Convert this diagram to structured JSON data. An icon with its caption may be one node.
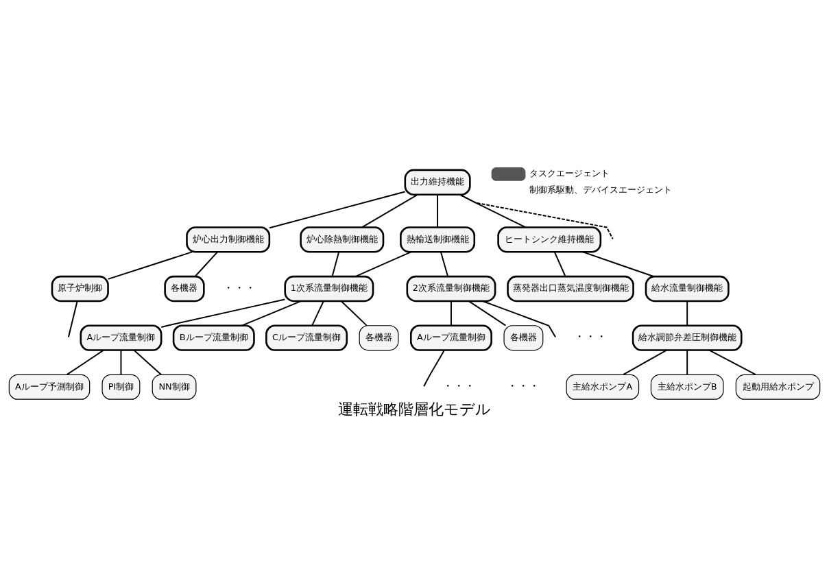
{
  "diagram": {
    "caption": "運転戦略階層化モデル",
    "nodes": [
      {
        "text": [
          "出力維持機能"
        ]
      },
      {
        "text": [
          "炉心出力制御機能"
        ]
      },
      {
        "text": [
          "炉心除熱制御機能"
        ]
      },
      {
        "text": [
          "熱輸送制御機能"
        ]
      },
      {
        "text": [
          "ヒートシンク維持機能"
        ]
      },
      {
        "text": [
          "原子炉制御"
        ]
      },
      {
        "text": [
          "各機器"
        ]
      },
      {
        "text": [
          "1次系流量制御機能"
        ]
      },
      {
        "text": [
          "2次系流量制御機能"
        ]
      },
      {
        "text": [
          "蒸発器出口蒸気温度制御機能"
        ]
      },
      {
        "text": [
          "給水流量制御機能"
        ]
      },
      {
        "text": [
          "Aループ流量制御"
        ]
      },
      {
        "text": [
          "Bループ流量制御"
        ]
      },
      {
        "text": [
          "Cループ流量制御"
        ]
      },
      {
        "text": [
          "各機器"
        ]
      },
      {
        "text": [
          "Aループ流量制御"
        ]
      },
      {
        "text": [
          "各機器"
        ]
      },
      {
        "text": [
          "給水調節弁差圧制御機能"
        ]
      },
      {
        "text": [
          "Aループ予測制御"
        ]
      },
      {
        "text": [
          "PI制御"
        ]
      },
      {
        "text": [
          "NN制御"
        ]
      },
      {
        "text": [
          "主給水ポンプA"
        ]
      },
      {
        "text": [
          "主給水ポンプB"
        ]
      },
      {
        "text": [
          "起動用給水ポンプ"
        ]
      }
    ],
    "edges": [
      {
        "from": 0,
        "to": 1,
        "arrow": "none"
      },
      {
        "from": 0,
        "to": 2,
        "arrow": "none"
      },
      {
        "from": 0,
        "to": 3,
        "arrow": "none"
      },
      {
        "from": 0,
        "to": 4,
        "arrow": "none"
      },
      {
        "from": 0,
        "to": null,
        "arrow": "none",
        "style": "dashed"
      },
      {
        "from": 1,
        "to": 5,
        "arrow": "none"
      },
      {
        "from": 1,
        "to": 6,
        "arrow": "none"
      },
      {
        "from": 5,
        "to": null,
        "arrow": "none"
      },
      {
        "from": 2,
        "to": 7,
        "arrow": "none"
      },
      {
        "from": 3,
        "to": 7,
        "arrow": "none"
      },
      {
        "from": 3,
        "to": 8,
        "arrow": "none"
      },
      {
        "from": 4,
        "to": 9,
        "arrow": "none"
      },
      {
        "from": 4,
        "to": 10,
        "arrow": "none"
      },
      {
        "from": 7,
        "to": 11,
        "arrow": "none"
      },
      {
        "from": 7,
        "to": 12,
        "arrow": "none"
      },
      {
        "from": 7,
        "to": 13,
        "arrow": "none"
      },
      {
        "from": 7,
        "to": 14,
        "arrow": "none"
      },
      {
        "from": 8,
        "to": 15,
        "arrow": "none"
      },
      {
        "from": 8,
        "to": null,
        "arrow": "none"
      },
      {
        "from": 8,
        "to": 16,
        "arrow": "none"
      },
      {
        "from": 15,
        "to": null,
        "arrow": "none"
      },
      {
        "from": 10,
        "to": 17,
        "arrow": "none"
      },
      {
        "from": 11,
        "to": 18,
        "arrow": "none"
      },
      {
        "from": 11,
        "to": 19,
        "arrow": "none"
      },
      {
        "from": 11,
        "to": 20,
        "arrow": "none"
      },
      {
        "from": 17,
        "to": 21,
        "arrow": "none"
      },
      {
        "from": 17,
        "to": 22,
        "arrow": "none"
      },
      {
        "from": 17,
        "to": 23,
        "arrow": "none"
      }
    ],
    "labels": [
      "・・・",
      "・・・",
      "・・・",
      "・・・"
    ],
    "legend": [
      {
        "text": "タスクエージェント",
        "color": "#555555"
      },
      {
        "text": "制御系駆動、デバイスエージェント",
        "color": "#ffffff"
      }
    ]
  }
}
